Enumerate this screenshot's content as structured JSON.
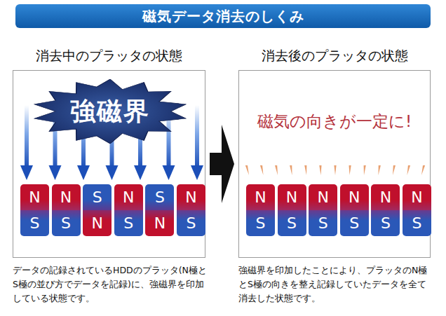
{
  "diagram": {
    "title": "磁気データ消去のしくみ",
    "nodes": [
      {
        "text": [
          "消去中のプラッタの状態"
        ]
      },
      {
        "text": [
          "強磁界"
        ],
        "in": 0
      },
      {
        "text": [
          "N",
          "S"
        ],
        "in": 0
      },
      {
        "text": [
          "N",
          "S"
        ],
        "in": 0
      },
      {
        "text": [
          "S",
          "N"
        ],
        "in": 0
      },
      {
        "text": [
          "N",
          "S"
        ],
        "in": 0
      },
      {
        "text": [
          "S",
          "N"
        ],
        "in": 0
      },
      {
        "text": [
          "N",
          "S"
        ],
        "in": 0
      },
      {
        "text": [
          "消去後のプラッタの状態"
        ]
      },
      {
        "text": [
          "N",
          "S"
        ],
        "in": 8
      },
      {
        "text": [
          "N",
          "S"
        ],
        "in": 8
      },
      {
        "text": [
          "N",
          "S"
        ],
        "in": 8
      },
      {
        "text": [
          "N",
          "S"
        ],
        "in": 8
      },
      {
        "text": [
          "N",
          "S"
        ],
        "in": 8
      },
      {
        "text": [
          "N",
          "S"
        ],
        "in": 8
      }
    ],
    "edges": [
      {
        "from": 0,
        "to": 8,
        "arrow": "to"
      }
    ],
    "labels": [
      "磁気の向きが一定に!",
      "データの記録されているHDDのプラッタ(N極とS極の並び方でデータを記録)に、強磁界を印加している状態です。",
      "強磁界を印加したことにより、プラッタのN極とS極の向きを整え記録していたデータを全て消去した状態です。"
    ]
  }
}
